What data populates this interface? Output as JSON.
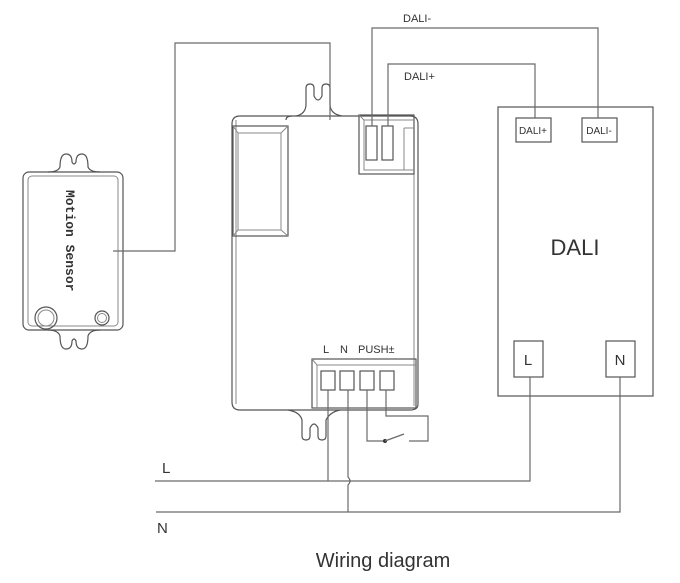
{
  "caption": "Wiring diagram",
  "motion_sensor": {
    "label": "Motion Sensor"
  },
  "controller": {
    "terminal_labels": {
      "l": "L",
      "n": "N",
      "push": "PUSH±"
    }
  },
  "dali_driver": {
    "title": "DALI",
    "terminals": {
      "dali_plus": "DALI+",
      "dali_minus": "DALI-",
      "l": "L",
      "n": "N"
    }
  },
  "wires": {
    "dali_minus": "DALI-",
    "dali_plus": "DALI+",
    "mains_l": "L",
    "mains_n": "N"
  },
  "components": {
    "push_switch": "push-button-switch"
  }
}
